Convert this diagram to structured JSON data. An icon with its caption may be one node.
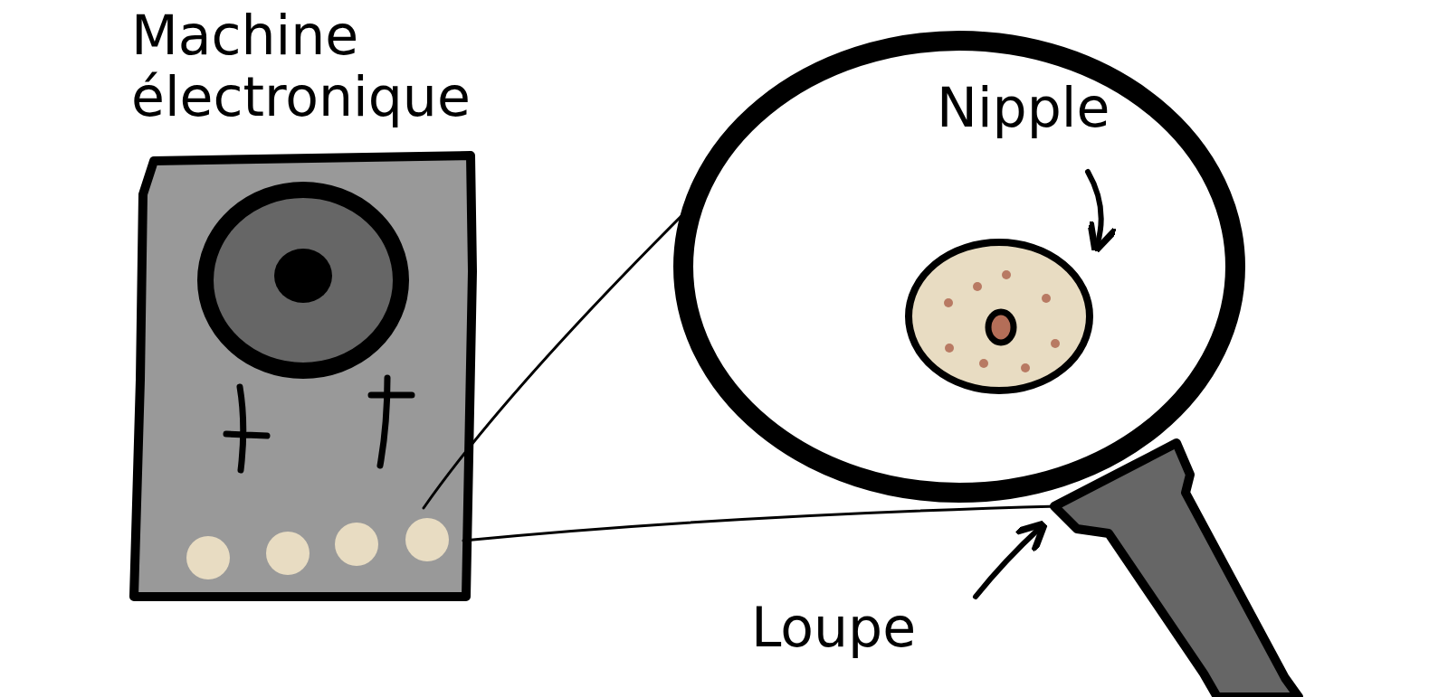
{
  "diagram": {
    "nodes": [
      {
        "text": [
          "Machine électronique"
        ]
      },
      {
        "text": [],
        "shape": "picture"
      },
      {
        "text": [
          "Nipple"
        ],
        "in": 1
      },
      {
        "text": [],
        "shape": "circle",
        "in": 1
      },
      {
        "text": [
          "Loupe"
        ]
      }
    ],
    "edges": [
      {
        "from": 2,
        "to": 3,
        "arrow": "to",
        "style": "thick"
      },
      {
        "from": 4,
        "to": 1,
        "arrow": "to",
        "style": "thick"
      },
      {
        "from": 0,
        "to": 1,
        "arrow": "none"
      },
      {
        "from": 0,
        "to": 1,
        "arrow": "none"
      }
    ]
  }
}
